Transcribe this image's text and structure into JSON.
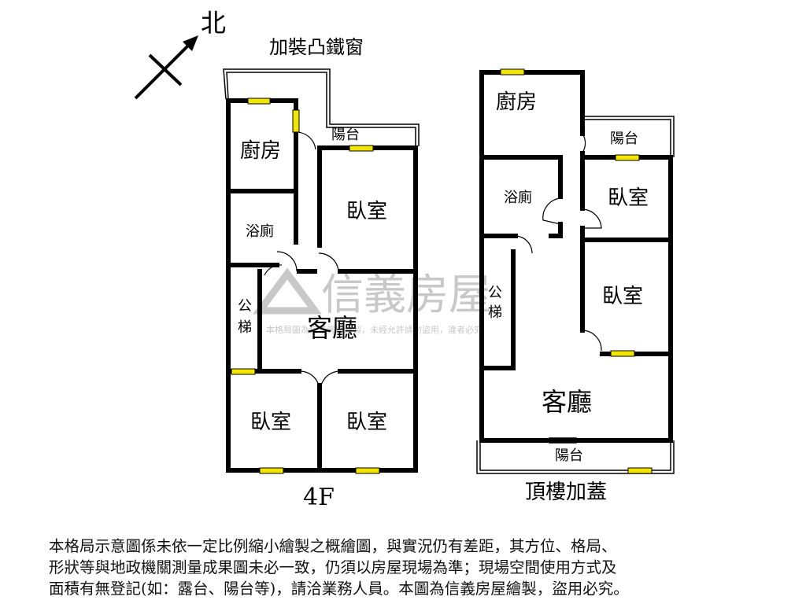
{
  "compass": {
    "north_label": "北",
    "icon": "compass-arrow-icon"
  },
  "annotation": {
    "iron_window": "加裝凸鐵窗"
  },
  "floor_4f": {
    "caption": "4F",
    "rooms": {
      "kitchen": "廚房",
      "balcony": "陽台",
      "bedroom_ne": "臥室",
      "bathroom": "浴廁",
      "stairs_line1": "公",
      "stairs_line2": "梯",
      "living": "客廳",
      "bedroom_sw": "臥室",
      "bedroom_se": "臥室"
    }
  },
  "floor_roof": {
    "caption": "頂樓加蓋",
    "rooms": {
      "kitchen": "廚房",
      "balcony_top": "陽台",
      "bathroom": "浴廁",
      "bedroom_1": "臥室",
      "stairs_line1": "公",
      "stairs_line2": "梯",
      "bedroom_2": "臥室",
      "living": "客廳",
      "balcony_bottom": "陽台"
    }
  },
  "watermark": {
    "brand": "信義房屋",
    "notice": "本格局圖為信義房屋繪製，未經允許請勿盜用，違者必究"
  },
  "disclaimer": {
    "line1": "本格局示意圖係未依一定比例縮小繪製之概繪圖，與實況仍有差距，其方位、格局、",
    "line2": "形狀等與地政機關測量成果圖未必一致，仍須以房屋現場為準；現場空間使用方式及",
    "line3": "面積有無登記(如：露台、陽台等)，請洽業務人員。本圖為信義房屋繪製，盜用必究。"
  },
  "colors": {
    "wall": "#000000",
    "window_fill": "#f2e600",
    "watermark": "#c8c8c8"
  }
}
